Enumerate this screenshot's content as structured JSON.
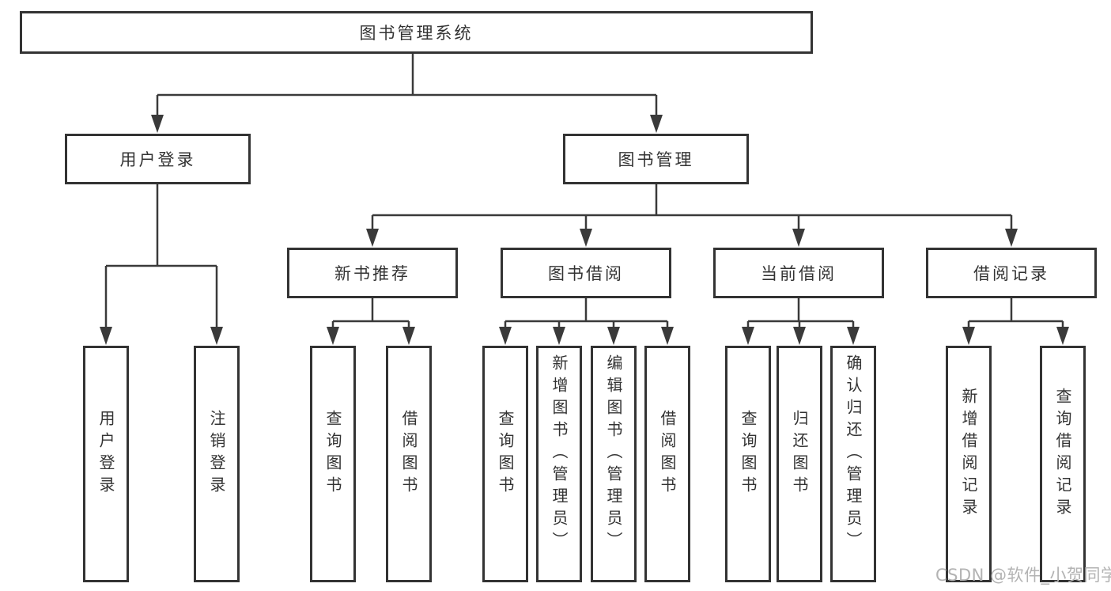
{
  "diagram": {
    "title": "图书管理系统",
    "tree": {
      "label": "图书管理系统",
      "children": [
        {
          "label": "用户登录",
          "children": [
            {
              "label": "用户登录"
            },
            {
              "label": "注销登录"
            }
          ]
        },
        {
          "label": "图书管理",
          "children": [
            {
              "label": "新书推荐",
              "children": [
                {
                  "label": "查询图书"
                },
                {
                  "label": "借阅图书"
                }
              ]
            },
            {
              "label": "图书借阅",
              "children": [
                {
                  "label": "查询图书"
                },
                {
                  "label": "新增图书（管理员）"
                },
                {
                  "label": "编辑图书（管理员）"
                },
                {
                  "label": "借阅图书"
                }
              ]
            },
            {
              "label": "当前借阅",
              "children": [
                {
                  "label": "查询图书"
                },
                {
                  "label": "归还图书"
                },
                {
                  "label": "确认归还（管理员）"
                }
              ]
            },
            {
              "label": "借阅记录",
              "children": [
                {
                  "label": "新增借阅记录"
                },
                {
                  "label": "查询借阅记录"
                }
              ]
            }
          ]
        }
      ]
    }
  },
  "watermark": {
    "text": "CSDN @软件_小贺同学"
  },
  "colors": {
    "line": "#3a3a3a",
    "border": "#333333",
    "text": "#333333",
    "background": "#ffffff",
    "watermark": "#b3b3b3"
  }
}
